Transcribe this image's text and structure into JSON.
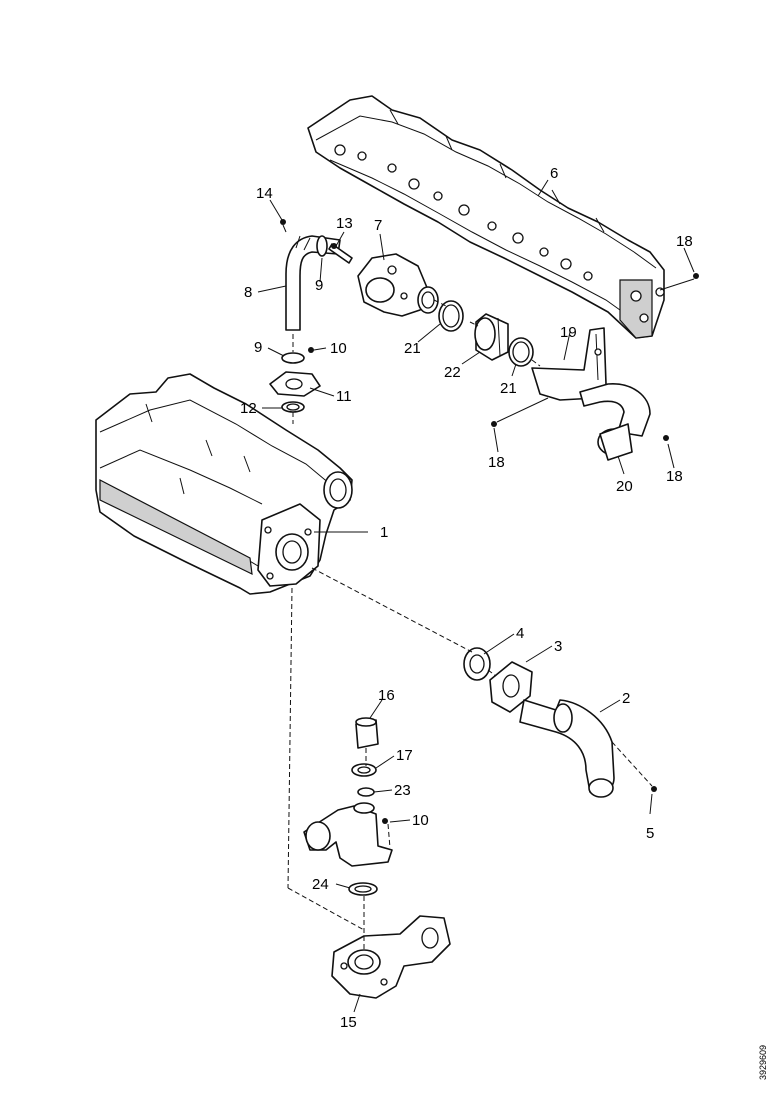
{
  "labels": {
    "l1": "1",
    "l2": "2",
    "l3": "3",
    "l4": "4",
    "l5": "5",
    "l6": "6",
    "l7": "7",
    "l8": "8",
    "l9a": "9",
    "l9b": "9",
    "l10a": "10",
    "l10b": "10",
    "l11": "11",
    "l12": "12",
    "l13": "13",
    "l14": "14",
    "l15": "15",
    "l16": "16",
    "l17": "17",
    "l18a": "18",
    "l18b": "18",
    "l18c": "18",
    "l19": "19",
    "l20": "20",
    "l21a": "21",
    "l21b": "21",
    "l22": "22",
    "l23": "23",
    "l24": "24"
  },
  "reference_code": "3929609"
}
